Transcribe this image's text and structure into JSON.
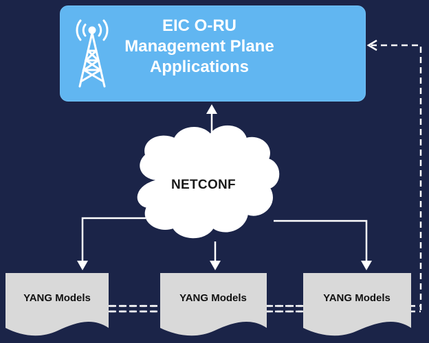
{
  "app": {
    "title_line1": "EIC O-RU",
    "title_line2": "Management Plane",
    "title_line3": "Applications",
    "icon": "cell-tower-icon"
  },
  "protocol": {
    "label": "NETCONF",
    "icon": "cloud-shape"
  },
  "yang_models": [
    {
      "label": "YANG Models"
    },
    {
      "label": "YANG Models"
    },
    {
      "label": "YANG Models"
    }
  ],
  "colors": {
    "background": "#1b2448",
    "app_box": "#61b6f1",
    "document": "#d9d9d9",
    "connector": "#ffffff"
  }
}
